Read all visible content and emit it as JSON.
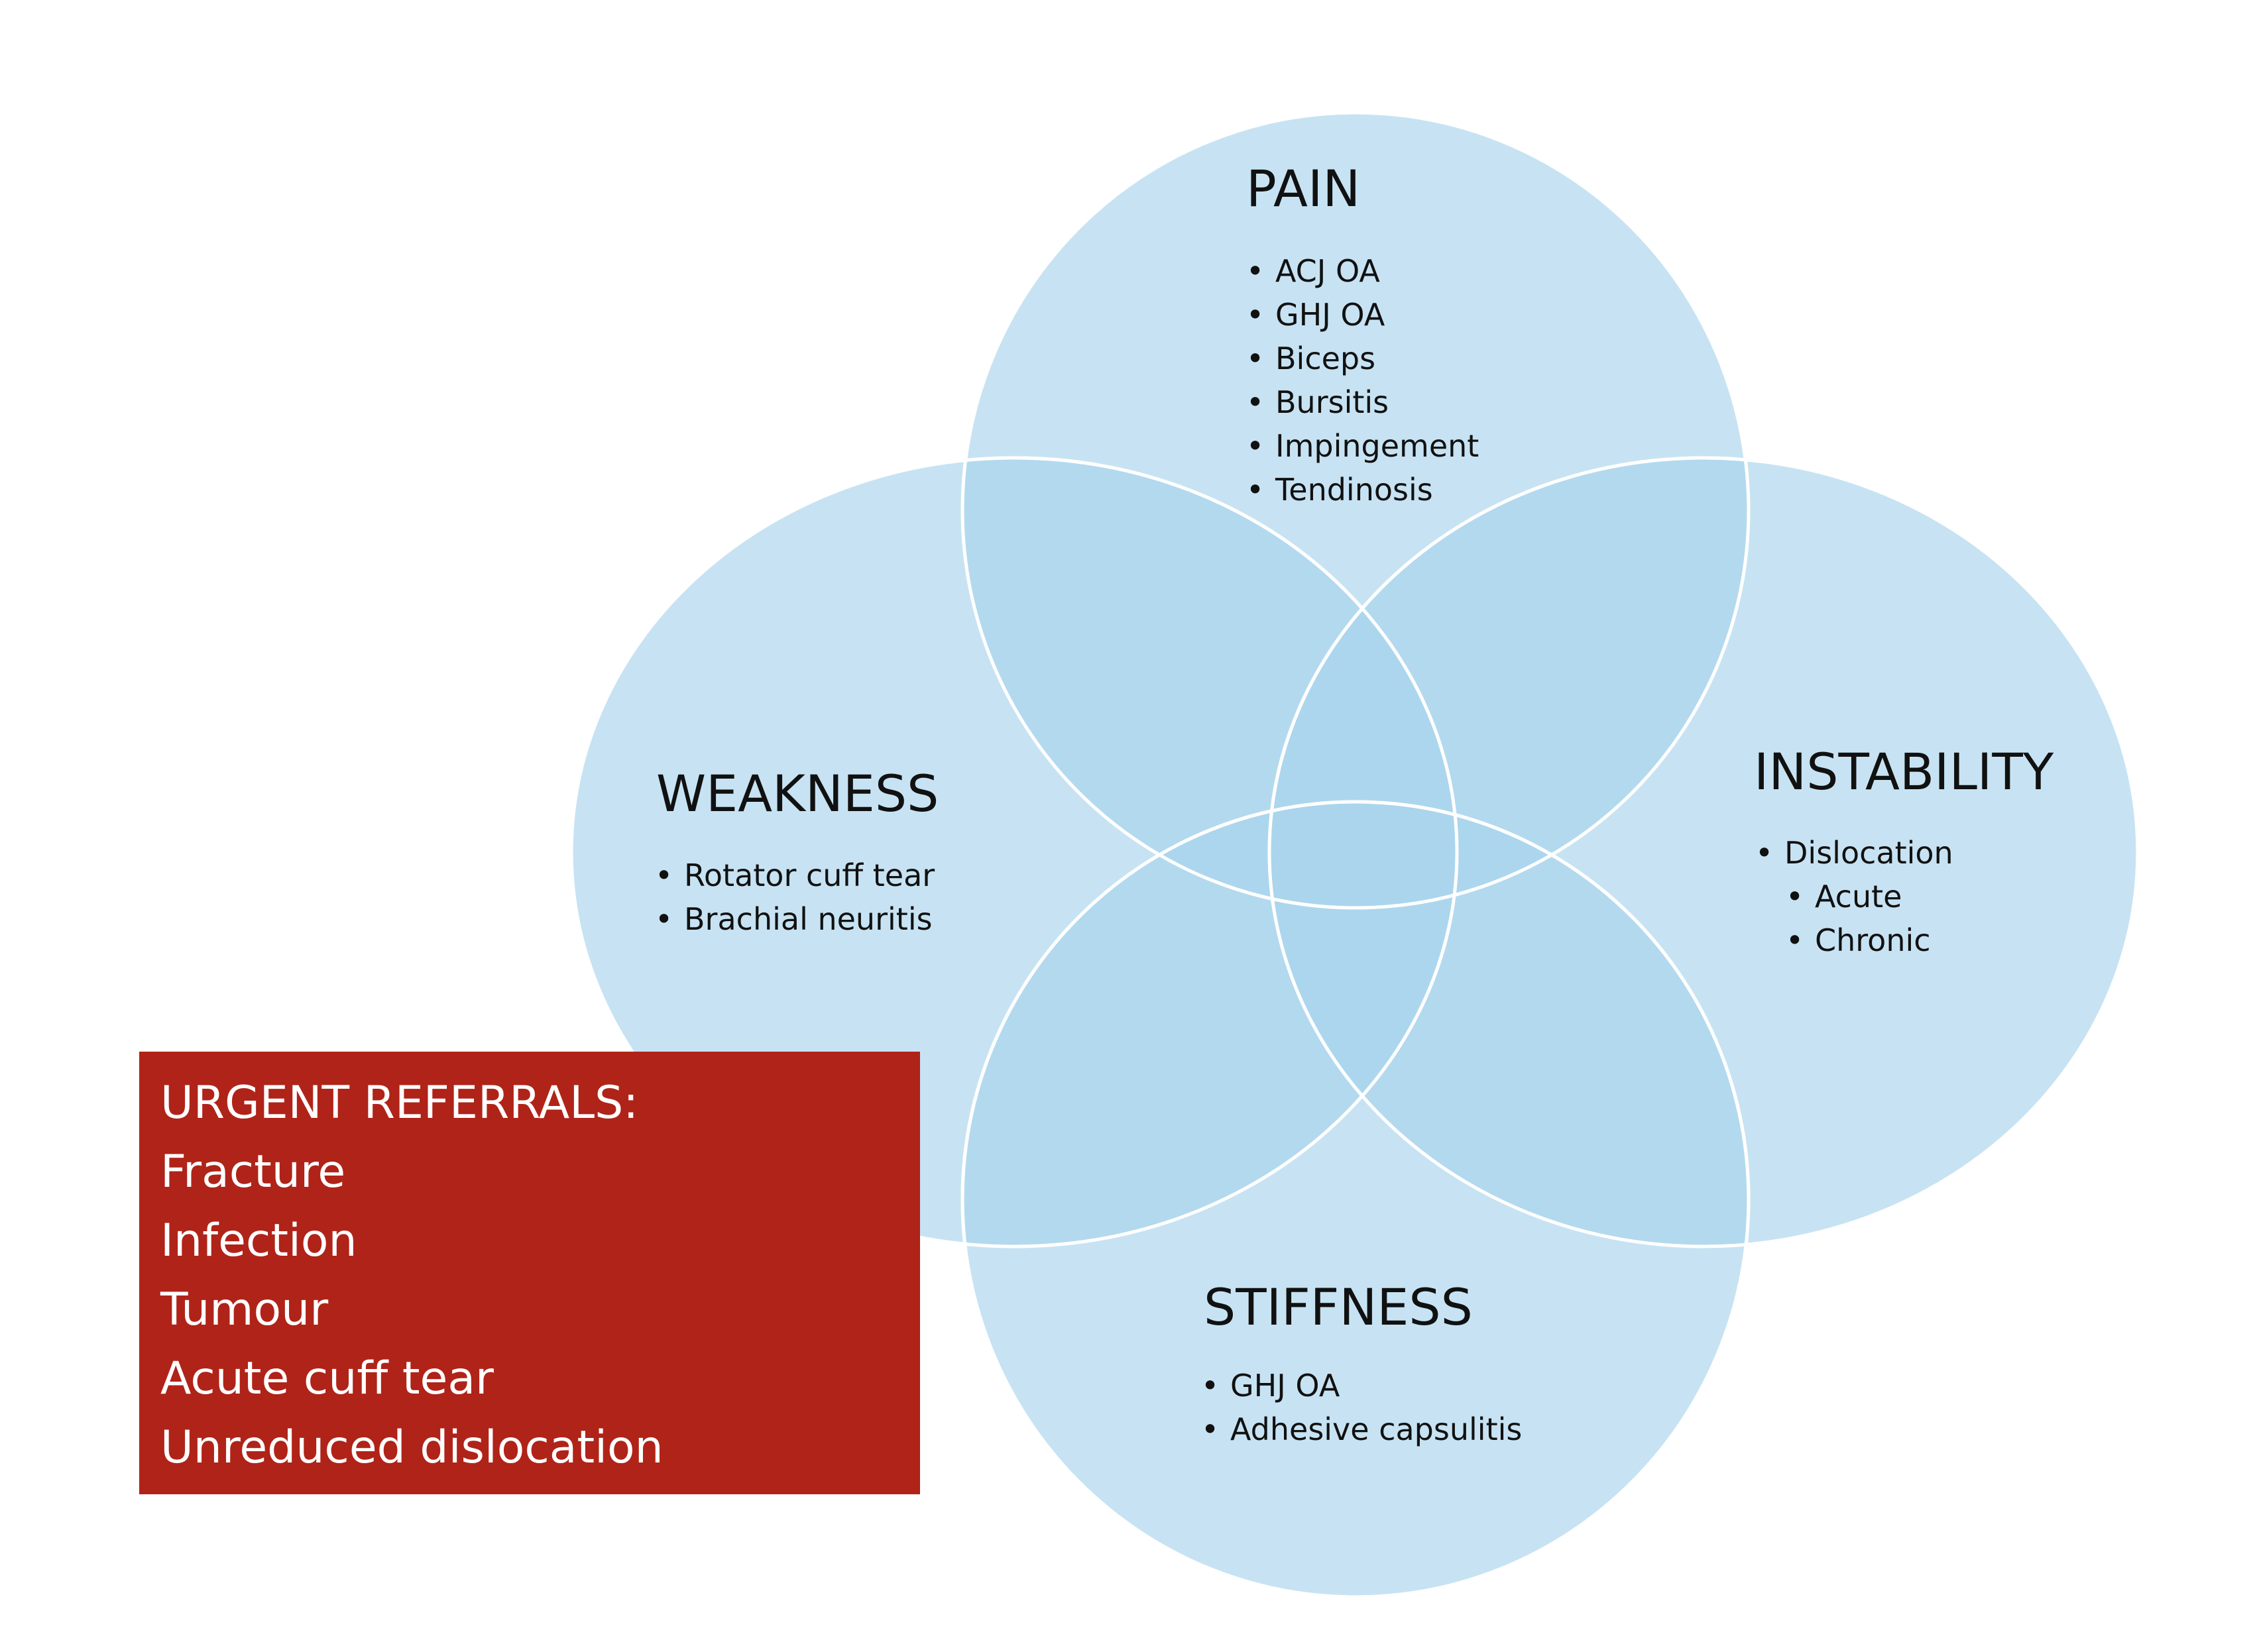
{
  "colors": {
    "circle_fill": "#a9d4ed",
    "circle_stroke": "#ffffff",
    "urgent_box": "#b02318",
    "urgent_text": "#ffffff",
    "heading_text": "#111111"
  },
  "pain": {
    "title": "PAIN",
    "items": [
      "ACJ OA",
      "GHJ OA",
      "Biceps",
      "Bursitis",
      "Impingement",
      "Tendinosis"
    ]
  },
  "weakness": {
    "title": "WEAKNESS",
    "items": [
      "Rotator cuff tear",
      "Brachial neuritis"
    ]
  },
  "instability": {
    "title": "INSTABILITY",
    "items": [
      "Dislocation",
      "Acute",
      "Chronic"
    ]
  },
  "stiffness": {
    "title": "STIFFNESS",
    "items": [
      "GHJ OA",
      "Adhesive capsulitis"
    ]
  },
  "urgent": {
    "title": "URGENT REFERRALS:",
    "items": [
      "Fracture",
      "Infection",
      "Tumour",
      "Acute cuff tear",
      "Unreduced dislocation"
    ]
  }
}
